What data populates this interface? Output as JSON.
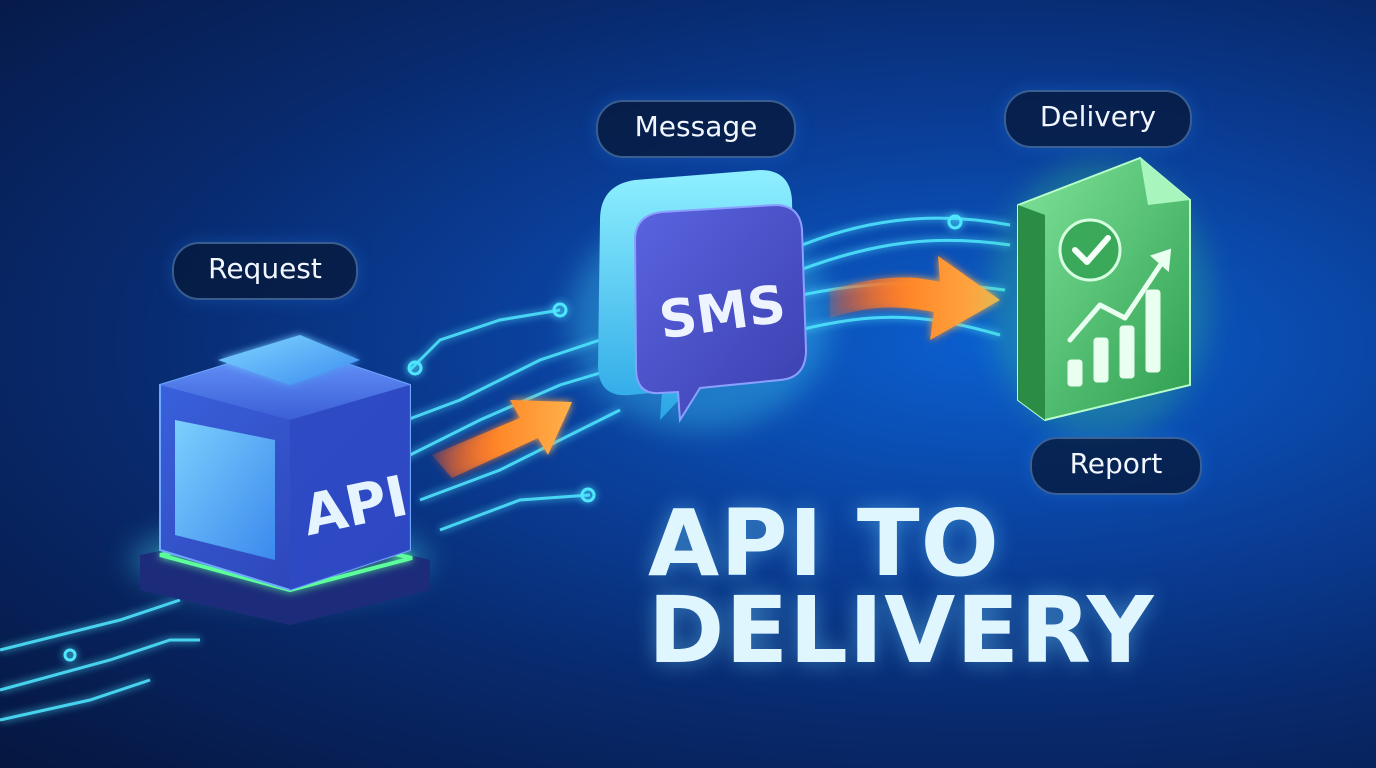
{
  "labels": {
    "request": "Request",
    "message": "Message",
    "delivery": "Delivery",
    "report": "Report"
  },
  "api_block": {
    "text": "API"
  },
  "sms_bubble": {
    "text": "SMS"
  },
  "headline": {
    "line1": "API TO",
    "line2": "DELIVERY"
  },
  "icons": {
    "api": "api-cube-icon",
    "sms": "sms-chat-bubble-icon",
    "report": "delivery-report-document-icon",
    "check": "check-circle-icon",
    "growth": "growth-chart-icon",
    "arrow": "arrow-right-icon"
  },
  "colors": {
    "background": "#082a6e",
    "circuit": "#4fe6ff",
    "arrow": "#ff8a2a",
    "api_block": "#3c63d9",
    "sms_bubble": "#4a4fc9",
    "report_doc": "#3fbf66",
    "headline": "#dff6ff"
  }
}
